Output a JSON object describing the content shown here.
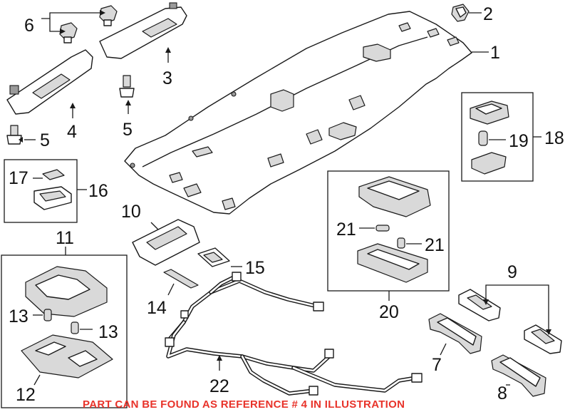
{
  "diagram": {
    "callouts": {
      "headliner": "1",
      "clip": "2",
      "sunvisor_right": "3",
      "sunvisor_left": "4",
      "screw_right": "5",
      "screw_left": "5",
      "visor_holders": "6",
      "grab_handle_front": "7",
      "grab_handle_rear": "8",
      "handle_brackets": "9",
      "console_bezel": "10",
      "overhead_console_group": "11",
      "console_bulb_left": "13",
      "console_bulb_right": "13",
      "console_cover": "12",
      "trim_strip": "14",
      "bracket_15": "15",
      "cargo_lamp_group": "16",
      "cargo_bulb": "17",
      "dome_lamp_group": "18",
      "dome_bulb": "19",
      "map_lamp_group": "20",
      "map_bulb_left": "21",
      "map_bulb_right": "21",
      "wire_harness": "22"
    },
    "notice": "PART CAN BE FOUND AS REFERENCE # 4 IN ILLUSTRATION",
    "colors": {
      "notice": "#e8332a",
      "line": "#1a1a1a",
      "background": "#ffffff"
    }
  }
}
